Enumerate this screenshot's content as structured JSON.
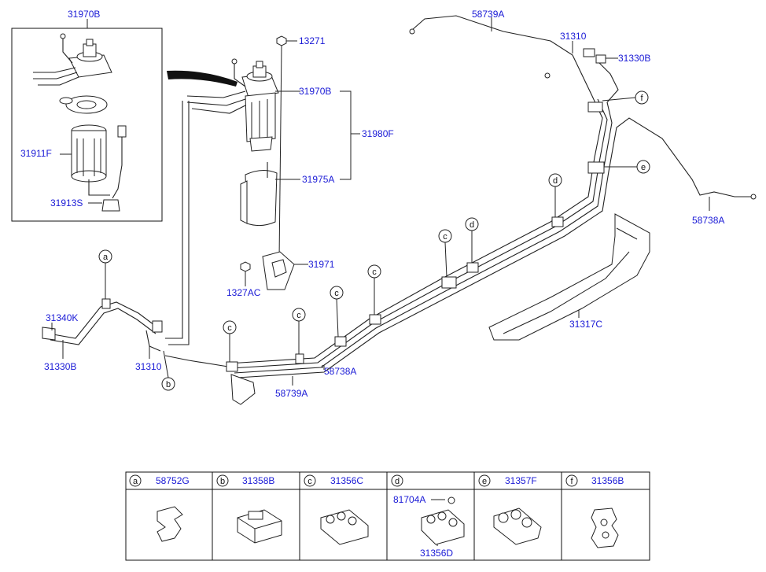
{
  "labels": {
    "filter_assy_inset": "31970B",
    "filter_assy": "31970B",
    "bolt_13271": "13271",
    "fuel_filter": "31911F",
    "sensor_31913s": "31913S",
    "filter_module": "31980F",
    "bracket_31975a": "31975A",
    "bracket_31971": "31971",
    "bolt_1327ac": "1327AC",
    "tube_58739a_top": "58739A",
    "tube_31310_top": "31310",
    "hose_31330b_top": "31330B",
    "tube_58738a_right": "58738A",
    "hose_31340k": "31340K",
    "hose_31330b_left": "31330B",
    "tube_31310_bottom": "31310",
    "tube_58738a_mid": "58738A",
    "tube_58739a_bottom": "58739A",
    "protector_31317c": "31317C"
  },
  "callouts": {
    "a": "a",
    "b": "b",
    "c": "c",
    "d": "d",
    "e": "e",
    "f": "f"
  },
  "legend": {
    "columns": [
      {
        "letter": "a",
        "part": "58752G"
      },
      {
        "letter": "b",
        "part": "31358B"
      },
      {
        "letter": "c",
        "part": "31356C"
      },
      {
        "letter": "d",
        "part": "",
        "sub": [
          "81704A",
          "31356D"
        ]
      },
      {
        "letter": "e",
        "part": "31357F"
      },
      {
        "letter": "f",
        "part": "31356B"
      }
    ]
  }
}
